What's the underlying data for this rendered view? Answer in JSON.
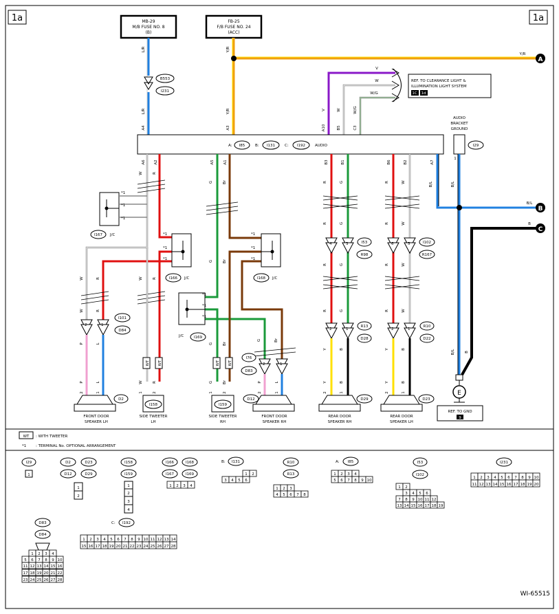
{
  "page_tag": "1a",
  "doc_code": "WI-65515",
  "fuses": {
    "left": [
      "MB-29",
      "M/B FUSE NO. 8",
      "(B)"
    ],
    "right": [
      "FB-25",
      "F/B FUSE NO. 24",
      "(ACC)"
    ]
  },
  "audio": {
    "label": "AUDIO",
    "conn_a": "A:",
    "conn_a_id": "I85",
    "conn_b": "B:",
    "conn_b_id": "I131",
    "conn_c": "C:",
    "conn_c_id": "I192"
  },
  "bracket_ground": [
    "AUDIO",
    "BRACKET",
    "GROUND"
  ],
  "ref_clearance": [
    "REF. TO CLEARANCE LIGHT &",
    "ILLUMINATION LIGHT SYSTEM"
  ],
  "ref_clearance_badges": [
    "1C",
    "1d"
  ],
  "ref_gnd": "REF. TO GND",
  "ref_gnd_badge": "9",
  "connectors": {
    "b553": "B553",
    "i231": "I231",
    "i29": "I29",
    "i167": "I167",
    "i166": "I166",
    "i168": "I168",
    "i169": "I169",
    "i53": "I53",
    "r98": "R98",
    "i102": "I102",
    "r167": "R167",
    "r13": "R13",
    "d28": "D28",
    "r10": "R10",
    "d22": "D22",
    "i101": "I101",
    "d84": "D84",
    "i76": "I76",
    "d83": "D83",
    "d2": "D2",
    "i158": "I158",
    "i159": "I159",
    "d12": "D12",
    "d29": "D29",
    "d23": "D23"
  },
  "jc": "J/C",
  "star1": "*1",
  "wt": "WT",
  "e": "E",
  "components": {
    "front_lh": [
      "FRONT DOOR",
      "SPEAKER LH"
    ],
    "tweeter_lh": [
      "SIDE TWEETER",
      "LH"
    ],
    "tweeter_rh": [
      "SIDE TWEETER",
      "RH"
    ],
    "front_rh": [
      "FRONT DOOR",
      "SPEAKER RH"
    ],
    "rear_rh": [
      "REAR DOOR",
      "SPEAKER RH"
    ],
    "rear_lh": [
      "REAR DOOR",
      "SPEAKER LH"
    ]
  },
  "wires": {
    "lr": "L/R",
    "yr": "Y/R",
    "v": "V",
    "w": "W",
    "wg": "W/G",
    "r": "R",
    "g": "G",
    "br": "Br",
    "bl": "B/L",
    "b": "B",
    "y": "Y",
    "p": "P",
    "l": "L"
  },
  "pins": {
    "a4": "A4",
    "a3": "A3",
    "a10": "A10",
    "b5": "B5",
    "c3": "C3",
    "a6": "A6",
    "a2": "A2",
    "a5": "A5",
    "a1": "A1",
    "b3": "B3",
    "b1": "B1",
    "b6": "B6",
    "b2": "B2",
    "a7": "A7",
    "n1": "1",
    "n2": "2",
    "n3": "3",
    "n4": "4",
    "n5": "5",
    "n6": "6"
  },
  "terminals": {
    "a": "A",
    "b": "B",
    "c": "C"
  },
  "legend": {
    "wt_text": ": WITH TWEETER",
    "star_text": ": TERMINAL No. OPTIONAL ARRANGEMENT"
  },
  "connector_views": {
    "i29": {
      "labels": [
        "I29"
      ],
      "rows": [
        [
          "1"
        ]
      ]
    },
    "d_group": {
      "labels": [
        "D2",
        "D23",
        "D12",
        "D29"
      ],
      "rows": [
        [
          "1"
        ],
        [
          "2"
        ]
      ]
    },
    "i158": {
      "labels": [
        "I158",
        "I159"
      ],
      "rows": [
        [
          "1"
        ],
        [
          "2"
        ],
        [
          "3"
        ],
        [
          "4"
        ]
      ]
    },
    "i166": {
      "labels": [
        "I166",
        "I168",
        "I167",
        "I169"
      ],
      "rows": [
        [
          "1",
          "2",
          "3",
          "4"
        ]
      ]
    },
    "i131": {
      "labels": [
        "B:",
        "I131"
      ],
      "rows": [
        [
          "1",
          "2"
        ],
        [
          "3",
          "4",
          "5",
          "6"
        ]
      ]
    },
    "r10": {
      "labels": [
        "R10",
        "R13"
      ],
      "rows": [
        [
          "1",
          "2",
          "3"
        ],
        [
          "4",
          "5",
          "6",
          "7",
          "8"
        ]
      ]
    },
    "i85": {
      "labels": [
        "A:",
        "I85"
      ],
      "rows": [
        [
          "1",
          "2",
          "3",
          "4"
        ],
        [
          "5",
          "6",
          "7",
          "8",
          "9",
          "10"
        ]
      ]
    },
    "i53": {
      "labels": [
        "I53",
        "I102"
      ],
      "rows": [
        [
          "1",
          "2"
        ],
        [
          "3",
          "4",
          "5",
          "6"
        ],
        [
          "7",
          "8",
          "9",
          "10",
          "11",
          "12"
        ],
        [
          "13",
          "14",
          "15",
          "16",
          "17",
          "18",
          "19"
        ]
      ]
    },
    "i231": {
      "labels": [
        "I231"
      ],
      "rows": [
        [
          "1",
          "2",
          "3",
          "4",
          "5",
          "6",
          "7",
          "8",
          "9",
          "10"
        ],
        [
          "11",
          "12",
          "13",
          "14",
          "15",
          "16",
          "17",
          "18",
          "19",
          "20"
        ]
      ]
    },
    "i192": {
      "labels": [
        "C:",
        "I192"
      ],
      "rows": [
        [
          "1",
          "2",
          "3",
          "4",
          "5",
          "6",
          "7",
          "8",
          "9",
          "10",
          "11",
          "12",
          "13",
          "14"
        ],
        [
          "15",
          "16",
          "17",
          "18",
          "19",
          "20",
          "21",
          "22",
          "23",
          "24",
          "25",
          "26",
          "27",
          "28"
        ]
      ]
    },
    "d83": {
      "labels": [
        "D83",
        "D84"
      ],
      "rows": [
        [
          "1",
          "2",
          "3",
          "4"
        ],
        [
          "5",
          "6",
          "7",
          "8",
          "9",
          "10"
        ],
        [
          "11",
          "12",
          "13",
          "14",
          "15",
          "16"
        ],
        [
          "17",
          "18",
          "19",
          "20",
          "21",
          "22"
        ],
        [
          "23",
          "24",
          "25",
          "26",
          "27",
          "28"
        ]
      ]
    }
  },
  "colors": {
    "red": "#e01010",
    "green": "#1a9a3a",
    "brown": "#7a3a0a",
    "blue": "#2080e0",
    "yellow": "#ffe000",
    "purple": "#8a18c8",
    "pink": "#f0a0d0",
    "black": "#000000",
    "gray": "#888888",
    "orange": "#f0a010"
  }
}
